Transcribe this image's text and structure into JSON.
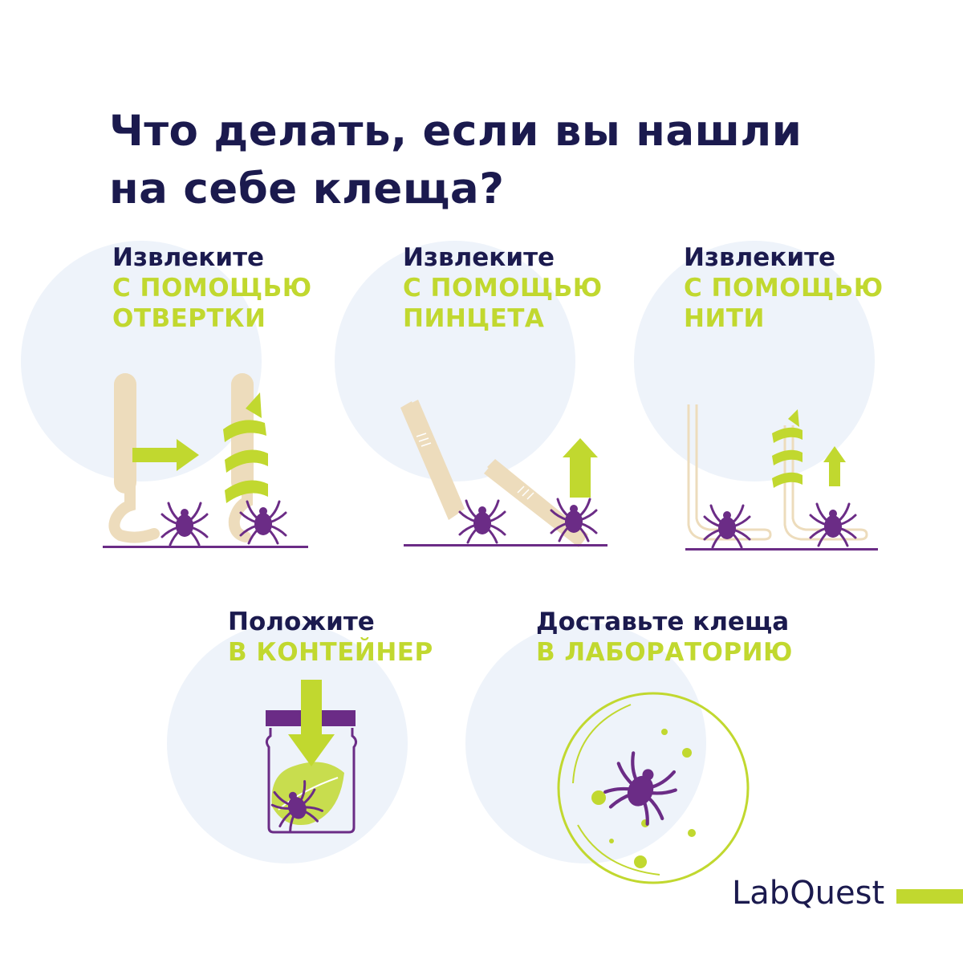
{
  "title": {
    "line1": "Что делать, если вы нашли",
    "line2": "на себе клеща?"
  },
  "steps": [
    {
      "label": "Извлеките",
      "method": [
        "С ПОМОЩЬЮ",
        "ОТВЕРТКИ"
      ]
    },
    {
      "label": "Извлеките",
      "method": [
        "С ПОМОЩЬЮ",
        "ПИНЦЕТА"
      ]
    },
    {
      "label": "Извлеките",
      "method": [
        "С ПОМОЩЬЮ",
        "НИТИ"
      ]
    },
    {
      "label": "Положите",
      "method": [
        "В КОНТЕЙНЕР"
      ]
    },
    {
      "label": "Доставьте клеща",
      "method": [
        "В ЛАБОРАТОРИЮ"
      ]
    }
  ],
  "brand": {
    "name": "LabQuest"
  },
  "colors": {
    "navy": "#1b1a4e",
    "lime": "#c1d82f",
    "purple": "#6b2c86",
    "beige": "#eddcbc",
    "circle": "#eef3fa"
  },
  "icons": [
    "tick-twister-icon",
    "spiral-arrow-icon",
    "tweezers-icon",
    "thread-loop-icon",
    "up-arrow-icon",
    "container-jar-icon",
    "down-arrow-icon",
    "leaf-icon",
    "petri-dish-icon",
    "tick-icon"
  ]
}
